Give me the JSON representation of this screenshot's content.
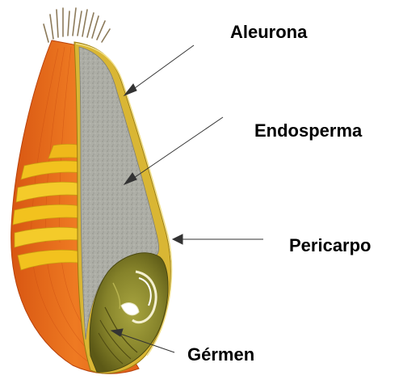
{
  "labels": {
    "aleurona": "Aleurona",
    "endosperma": "Endosperma",
    "pericarpo": "Pericarpo",
    "germen": "Gérmen"
  },
  "colors": {
    "pericarp_orange": "#e8641a",
    "pericarp_dark": "#c84a10",
    "aleurone_yellow": "#d9b634",
    "endosperm_gray": "#a9aaa2",
    "germ_olive": "#8a8a2a",
    "germ_dark": "#5e5a18",
    "bran_layer_yellow": "#f2c21e",
    "brush_hair": "#8c7a5a",
    "arrow": "#333333"
  },
  "icons": {
    "figure": "wheat-kernel-cross-section-illustration"
  }
}
